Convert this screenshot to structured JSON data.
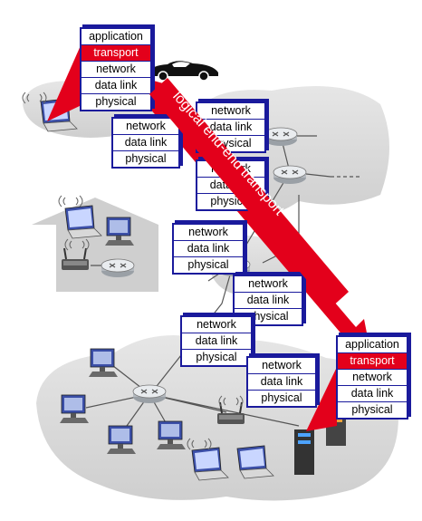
{
  "arrow_label": "logical end-end transport",
  "host_stack": [
    "application",
    "transport",
    "network",
    "data link",
    "physical"
  ],
  "router_stack": [
    "network",
    "data link",
    "physical"
  ],
  "colors": {
    "stack_border": "#1a1a9c",
    "highlight": "#e3001b",
    "arrow": "#e3001b",
    "cloud": "#d9d9d9"
  },
  "icons": [
    "laptop-icon",
    "car-icon",
    "router-icon",
    "desktop-icon",
    "wireless-access-point-icon",
    "server-icon",
    "home-network-icon"
  ]
}
